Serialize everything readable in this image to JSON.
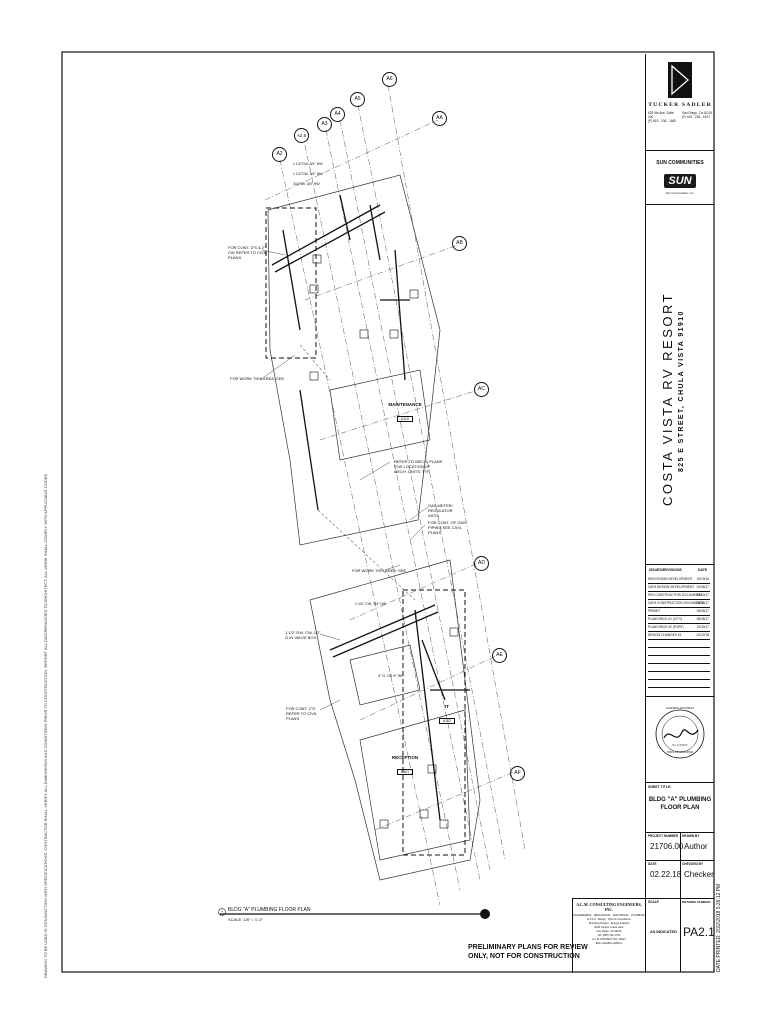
{
  "left_notes": "DRAWING TO BE USED IN CONJUNCTION WITH SPECIFICATIONS. CONTRACTOR SHALL VERIFY ALL DIMENSIONS AND CONDITIONS PRIOR TO CONSTRUCTION. REPORT ALL DISCREPANCIES TO ARCHITECT. ALL WORK SHALL COMPLY WITH APPLICABLE CODES.",
  "firm": {
    "name": "TUCKER SADLER",
    "address_1": "625 5th Ave, Suite 200",
    "address_2": "San Diego, Ca 92101",
    "phone_1": "(P) 619 . 236 . 1662",
    "phone_2": "(F) 619 . 236 . 1627"
  },
  "client": {
    "name": "SUN COMMUNITIES",
    "logo_text": "SUN",
    "logo_sub": "Sun Communities, Inc."
  },
  "project": {
    "title": "COSTA VISTA RV RESORT",
    "address": "825 E STREET, CHULA VISTA 91910"
  },
  "revisions": {
    "header_issue": "ISSUES/REVISIONS",
    "header_date": "DATE",
    "rows": [
      {
        "desc": "50% DESIGN DEVELOPMENT",
        "date": "10/19/16"
      },
      {
        "desc": "100% DESIGN DEVELOPMENT",
        "date": "01/06/17"
      },
      {
        "desc": "90% CONSTRUCTION DOCUMENTS",
        "date": "03/10/17"
      },
      {
        "desc": "100% CONSTRUCTION DOCUMENTS",
        "date": "04/03/17"
      },
      {
        "desc": "PERMIT",
        "date": "06/05/17"
      },
      {
        "desc": "PLANCHECK #1 (CITY)",
        "date": "08/28/17"
      },
      {
        "desc": "PLANCHECK #2 (PORT)",
        "date": "10/30/17"
      },
      {
        "desc": "DESIGN CHANGES #1",
        "date": "02/22/18"
      }
    ]
  },
  "stamp": {
    "text_1": "LICENSED ARCHITECT",
    "text_2": "No. C-XXXXX",
    "text_3": "STATE OF CALIFORNIA"
  },
  "sheet_title": {
    "label": "SHEET TITLE:",
    "line_1": "BLDG \"A\" PLUMBING",
    "line_2": "FLOOR PLAN"
  },
  "project_info": {
    "project_number_label": "PROJECT NUMBER",
    "project_number": "21706.00",
    "drawn_by_label": "DRAWN BY",
    "drawn_by": "Author",
    "date_label": "DATE",
    "date": "02.22.18",
    "checked_by_label": "CHECKED BY",
    "checked_by": "Checker",
    "scale_label": "SCALE",
    "scale": "AS INDICATED",
    "drawing_number_label": "DRAWING NUMBER",
    "drawing_number": "PA2.1"
  },
  "consultant": {
    "name": "A.L.M. CONSULTING ENGINEERS, INC.",
    "line_1": "ENGINEERING · MECHANICAL · ELECTRICAL · PLUMBING",
    "line_2": "H.V.A.C. Design · Title 24 Compliance",
    "line_3": "Plumbing Design · Energy Analysis",
    "line_4": "8330 Juniper Creek Lane",
    "line_5": "San Diego, CA 92126",
    "line_6": "Tel: (858) 792-1700",
    "line_7": "A.L.M. PROJECT NO: 16027",
    "line_8": "BFA: Ariel/Bon Aj/Bons"
  },
  "disclaimer": {
    "line_1": "PRELIMINARY PLANS FOR REVIEW",
    "line_2": "ONLY, NOT FOR CONSTRUCTION"
  },
  "plot_date": "DATE PRINTED: 2/22/2018 5:26:12 PM",
  "drawing_title": {
    "number": "1",
    "title": "BLDG \"A\" PLUMBING FLOOR PLAN",
    "scale": "SCALE: 1/8\" = 1'-0\""
  },
  "grid_labels": [
    "A2",
    "A2.5",
    "A3",
    "A4",
    "A5",
    "A6",
    "AA",
    "AB",
    "AC",
    "AD",
    "AE",
    "AF"
  ],
  "rooms": [
    {
      "name": "MAINTENANCE",
      "number": "A110"
    },
    {
      "name": "IT",
      "number": "A102"
    },
    {
      "name": "RECEPTION",
      "number": "A101"
    }
  ],
  "notes": {
    "n1": "FOR CONT. 3\"S & 2\" CW REFER TO CIVIL PLANS",
    "n2": "FOR WORK THIS AREA, SEE",
    "n3": "REFER TO MECH. PLANS FOR LOCATION OF MECH. UNITS, TYP.",
    "n4": "GAS METER/ REGULATOR ASSY.",
    "n5": "FOR CONT. OF GAS PIPING SEE CIVIL PLANS",
    "n6": "FOR WORK THIS AREA, SEE",
    "n7": "1 1/2\" CW, 3/4\" HW",
    "n8": "1 1/2\" DW, CW, 1/2\" G IN VALVE BOX",
    "n9": "4\" G. OR 6\" WP",
    "n10": "FOR CONT. 2\"G REFER TO CIVIL PLANS",
    "n11": "1 1/2\"CW, 3/4\" HW",
    "n12": "1 1/2\"CW, 3/4\" HW",
    "n13": "3/4\"HW, 3/4\" HW"
  }
}
